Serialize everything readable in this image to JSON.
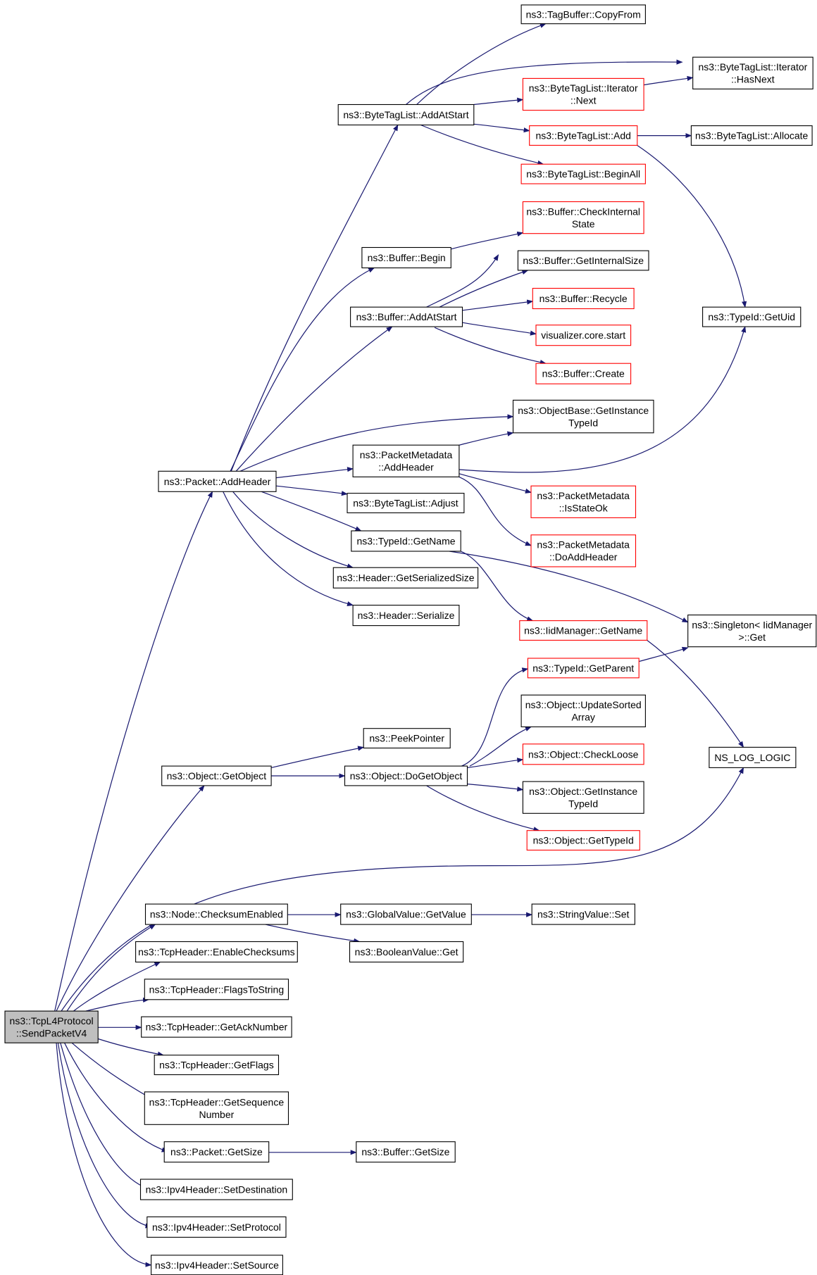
{
  "graph": {
    "type": "call-graph",
    "colors": {
      "edge": "#191970",
      "normal_border": "#000000",
      "truncated_border": "#ff0000",
      "root_fill": "#bfbfbf",
      "node_fill": "#ffffff"
    },
    "nodes": [
      {
        "id": "root",
        "lines": [
          "ns3::TcpL4Protocol",
          "::SendPacketV4"
        ],
        "style": "root"
      },
      {
        "id": "tb_copyfrom",
        "lines": [
          "ns3::TagBuffer::CopyFrom"
        ],
        "style": "normal"
      },
      {
        "id": "btl_it_hasnext",
        "lines": [
          "ns3::ByteTagList::Iterator",
          "::HasNext"
        ],
        "style": "normal"
      },
      {
        "id": "btl_it_next",
        "lines": [
          "ns3::ByteTagList::Iterator",
          "::Next"
        ],
        "style": "red"
      },
      {
        "id": "btl_addatstart",
        "lines": [
          "ns3::ByteTagList::AddAtStart"
        ],
        "style": "normal"
      },
      {
        "id": "btl_add",
        "lines": [
          "ns3::ByteTagList::Add"
        ],
        "style": "red"
      },
      {
        "id": "btl_allocate",
        "lines": [
          "ns3::ByteTagList::Allocate"
        ],
        "style": "normal"
      },
      {
        "id": "btl_beginall",
        "lines": [
          "ns3::ByteTagList::BeginAll"
        ],
        "style": "red"
      },
      {
        "id": "buf_checkinternal",
        "lines": [
          "ns3::Buffer::CheckInternal",
          "State"
        ],
        "style": "red"
      },
      {
        "id": "buf_begin",
        "lines": [
          "ns3::Buffer::Begin"
        ],
        "style": "normal"
      },
      {
        "id": "buf_getinternalsize",
        "lines": [
          "ns3::Buffer::GetInternalSize"
        ],
        "style": "normal"
      },
      {
        "id": "buf_recycle",
        "lines": [
          "ns3::Buffer::Recycle"
        ],
        "style": "red"
      },
      {
        "id": "buf_addatstart",
        "lines": [
          "ns3::Buffer::AddAtStart"
        ],
        "style": "normal"
      },
      {
        "id": "typeid_getuid",
        "lines": [
          "ns3::TypeId::GetUid"
        ],
        "style": "normal"
      },
      {
        "id": "viz_start",
        "lines": [
          "visualizer.core.start"
        ],
        "style": "red"
      },
      {
        "id": "buf_create",
        "lines": [
          "ns3::Buffer::Create"
        ],
        "style": "red"
      },
      {
        "id": "objbase_getinstancetypeid",
        "lines": [
          "ns3::ObjectBase::GetInstance",
          "TypeId"
        ],
        "style": "normal"
      },
      {
        "id": "pm_addheader",
        "lines": [
          "ns3::PacketMetadata",
          "::AddHeader"
        ],
        "style": "normal"
      },
      {
        "id": "pkt_addheader",
        "lines": [
          "ns3::Packet::AddHeader"
        ],
        "style": "normal"
      },
      {
        "id": "btl_adjust",
        "lines": [
          "ns3::ByteTagList::Adjust"
        ],
        "style": "normal"
      },
      {
        "id": "pm_isstateok",
        "lines": [
          "ns3::PacketMetadata",
          "::IsStateOk"
        ],
        "style": "red"
      },
      {
        "id": "typeid_getname",
        "lines": [
          "ns3::TypeId::GetName"
        ],
        "style": "normal"
      },
      {
        "id": "pm_doaddheader",
        "lines": [
          "ns3::PacketMetadata",
          "::DoAddHeader"
        ],
        "style": "red"
      },
      {
        "id": "hdr_getserializedsize",
        "lines": [
          "ns3::Header::GetSerializedSize"
        ],
        "style": "normal"
      },
      {
        "id": "hdr_serialize",
        "lines": [
          "ns3::Header::Serialize"
        ],
        "style": "normal"
      },
      {
        "id": "iidmgr_getname",
        "lines": [
          "ns3::IidManager::GetName"
        ],
        "style": "red"
      },
      {
        "id": "singleton_get",
        "lines": [
          "ns3::Singleton< IidManager",
          ">::Get"
        ],
        "style": "normal"
      },
      {
        "id": "typeid_getparent",
        "lines": [
          "ns3::TypeId::GetParent"
        ],
        "style": "red"
      },
      {
        "id": "obj_updatesortedarray",
        "lines": [
          "ns3::Object::UpdateSorted",
          "Array"
        ],
        "style": "normal"
      },
      {
        "id": "peekpointer",
        "lines": [
          "ns3::PeekPointer"
        ],
        "style": "normal"
      },
      {
        "id": "obj_checkloose",
        "lines": [
          "ns3::Object::CheckLoose"
        ],
        "style": "red"
      },
      {
        "id": "ns_log_logic",
        "lines": [
          "NS_LOG_LOGIC"
        ],
        "style": "normal"
      },
      {
        "id": "obj_getobject",
        "lines": [
          "ns3::Object::GetObject"
        ],
        "style": "normal"
      },
      {
        "id": "obj_dogetobject",
        "lines": [
          "ns3::Object::DoGetObject"
        ],
        "style": "normal"
      },
      {
        "id": "obj_getinstancetypeid",
        "lines": [
          "ns3::Object::GetInstance",
          "TypeId"
        ],
        "style": "normal"
      },
      {
        "id": "obj_gettypeid",
        "lines": [
          "ns3::Object::GetTypeId"
        ],
        "style": "red"
      },
      {
        "id": "node_checksumenabled",
        "lines": [
          "ns3::Node::ChecksumEnabled"
        ],
        "style": "normal"
      },
      {
        "id": "gv_getvalue",
        "lines": [
          "ns3::GlobalValue::GetValue"
        ],
        "style": "normal"
      },
      {
        "id": "sv_set",
        "lines": [
          "ns3::StringValue::Set"
        ],
        "style": "normal"
      },
      {
        "id": "tcp_enablechecksums",
        "lines": [
          "ns3::TcpHeader::EnableChecksums"
        ],
        "style": "normal"
      },
      {
        "id": "bv_get",
        "lines": [
          "ns3::BooleanValue::Get"
        ],
        "style": "normal"
      },
      {
        "id": "tcp_flagstostring",
        "lines": [
          "ns3::TcpHeader::FlagsToString"
        ],
        "style": "normal"
      },
      {
        "id": "tcp_getacknumber",
        "lines": [
          "ns3::TcpHeader::GetAckNumber"
        ],
        "style": "normal"
      },
      {
        "id": "tcp_getflags",
        "lines": [
          "ns3::TcpHeader::GetFlags"
        ],
        "style": "normal"
      },
      {
        "id": "tcp_getsequencenumber",
        "lines": [
          "ns3::TcpHeader::GetSequence",
          "Number"
        ],
        "style": "normal"
      },
      {
        "id": "pkt_getsize",
        "lines": [
          "ns3::Packet::GetSize"
        ],
        "style": "normal"
      },
      {
        "id": "buf_getsize",
        "lines": [
          "ns3::Buffer::GetSize"
        ],
        "style": "normal"
      },
      {
        "id": "ipv4_setdestination",
        "lines": [
          "ns3::Ipv4Header::SetDestination"
        ],
        "style": "normal"
      },
      {
        "id": "ipv4_setprotocol",
        "lines": [
          "ns3::Ipv4Header::SetProtocol"
        ],
        "style": "normal"
      },
      {
        "id": "ipv4_setsource",
        "lines": [
          "ns3::Ipv4Header::SetSource"
        ],
        "style": "normal"
      }
    ],
    "edges": [
      [
        "btl_addatstart",
        "tb_copyfrom"
      ],
      [
        "btl_addatstart",
        "btl_it_hasnext"
      ],
      [
        "btl_addatstart",
        "btl_it_next"
      ],
      [
        "btl_addatstart",
        "btl_add"
      ],
      [
        "btl_addatstart",
        "btl_beginall"
      ],
      [
        "btl_it_next",
        "btl_it_hasnext"
      ],
      [
        "btl_add",
        "btl_allocate"
      ],
      [
        "btl_add",
        "typeid_getuid"
      ],
      [
        "buf_begin",
        "buf_checkinternal"
      ],
      [
        "buf_addatstart",
        "buf_checkinternal"
      ],
      [
        "buf_addatstart",
        "buf_getinternalsize"
      ],
      [
        "buf_addatstart",
        "buf_recycle"
      ],
      [
        "buf_addatstart",
        "viz_start"
      ],
      [
        "buf_addatstart",
        "buf_create"
      ],
      [
        "pkt_addheader",
        "btl_addatstart"
      ],
      [
        "pkt_addheader",
        "buf_begin"
      ],
      [
        "pkt_addheader",
        "buf_addatstart"
      ],
      [
        "pkt_addheader",
        "objbase_getinstancetypeid"
      ],
      [
        "pkt_addheader",
        "pm_addheader"
      ],
      [
        "pkt_addheader",
        "btl_adjust"
      ],
      [
        "pkt_addheader",
        "typeid_getname"
      ],
      [
        "pkt_addheader",
        "hdr_getserializedsize"
      ],
      [
        "pkt_addheader",
        "hdr_serialize"
      ],
      [
        "pm_addheader",
        "objbase_getinstancetypeid"
      ],
      [
        "pm_addheader",
        "typeid_getuid"
      ],
      [
        "pm_addheader",
        "pm_isstateok"
      ],
      [
        "pm_addheader",
        "pm_doaddheader"
      ],
      [
        "typeid_getname",
        "iidmgr_getname"
      ],
      [
        "typeid_getname",
        "singleton_get"
      ],
      [
        "iidmgr_getname",
        "ns_log_logic"
      ],
      [
        "typeid_getparent",
        "singleton_get"
      ],
      [
        "obj_getobject",
        "peekpointer"
      ],
      [
        "obj_getobject",
        "obj_dogetobject"
      ],
      [
        "obj_dogetobject",
        "typeid_getparent"
      ],
      [
        "obj_dogetobject",
        "obj_updatesortedarray"
      ],
      [
        "obj_dogetobject",
        "obj_checkloose"
      ],
      [
        "obj_dogetobject",
        "obj_getinstancetypeid"
      ],
      [
        "obj_dogetobject",
        "obj_gettypeid"
      ],
      [
        "node_checksumenabled",
        "gv_getvalue"
      ],
      [
        "node_checksumenabled",
        "bv_get"
      ],
      [
        "gv_getvalue",
        "sv_set"
      ],
      [
        "pkt_getsize",
        "buf_getsize"
      ],
      [
        "root",
        "pkt_addheader"
      ],
      [
        "root",
        "obj_getobject"
      ],
      [
        "root",
        "ns_log_logic"
      ],
      [
        "root",
        "node_checksumenabled"
      ],
      [
        "root",
        "tcp_enablechecksums"
      ],
      [
        "root",
        "tcp_flagstostring"
      ],
      [
        "root",
        "tcp_getacknumber"
      ],
      [
        "root",
        "tcp_getflags"
      ],
      [
        "root",
        "tcp_getsequencenumber"
      ],
      [
        "root",
        "pkt_getsize"
      ],
      [
        "root",
        "ipv4_setdestination"
      ],
      [
        "root",
        "ipv4_setprotocol"
      ],
      [
        "root",
        "ipv4_setsource"
      ]
    ]
  }
}
